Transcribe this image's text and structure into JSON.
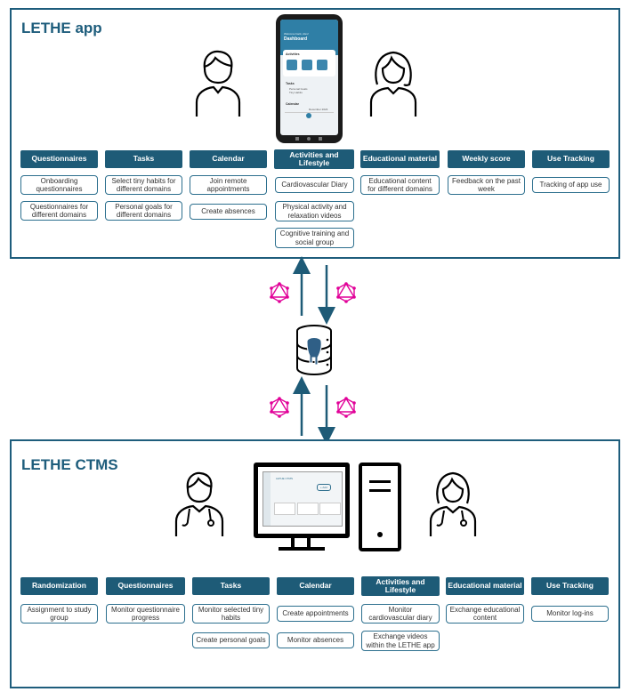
{
  "app": {
    "title": "LETHE app",
    "headers": [
      "Questionnaires",
      "Tasks",
      "Calendar",
      "Activities and Lifestyle",
      "Educational material",
      "Weekly score",
      "Use Tracking"
    ],
    "columns": [
      [
        "Onboarding questionnaires",
        "Questionnaires for different domains"
      ],
      [
        "Select tiny habits for different domains",
        "Personal goals for different domains"
      ],
      [
        "Join remote appointments",
        "Create absences"
      ],
      [
        "Cardiovascular Diary",
        "Physical activity and relaxation videos",
        "Cognitive training and social group"
      ],
      [
        "Educational content for different domains"
      ],
      [
        "Feedback on the past week"
      ],
      [
        "Tracking of app use"
      ]
    ],
    "phone": {
      "greeting": "Welcome back, Alex!",
      "title": "Dashboard",
      "section_activities": "Activities",
      "section_tasks": "Tasks",
      "task1": "Personal Goals",
      "task2": "Tiny Habits",
      "section_calendar": "Calendar",
      "month": "December 2023"
    }
  },
  "ctms": {
    "title": "LETHE CTMS",
    "headers": [
      "Randomization",
      "Questionnaires",
      "Tasks",
      "Calendar",
      "Activities and Lifestyle",
      "Educational material",
      "Use Tracking"
    ],
    "columns": [
      [
        "Assignment to study group"
      ],
      [
        "Monitor questionnaire progress"
      ],
      [
        "Monitor selected tiny habits",
        "Create personal goals"
      ],
      [
        "Create appointments",
        "Monitor absences"
      ],
      [
        "Monitor cardiovascular diary",
        "Exchange videos within the LETHE app"
      ],
      [
        "Exchange educational content"
      ],
      [
        "Monitor log-ins"
      ]
    ],
    "monitor": {
      "app_name": "LETHE CTMS",
      "button": "+ Add"
    }
  },
  "colors": {
    "primary": "#1e5b77",
    "graphql": "#e10098",
    "outline": "#000000"
  },
  "icons": [
    "person-icon",
    "phone-icon",
    "database-icon",
    "graphql-icon",
    "doctor-icon",
    "monitor-icon",
    "server-tower-icon",
    "arrow-up-icon",
    "arrow-down-icon"
  ]
}
